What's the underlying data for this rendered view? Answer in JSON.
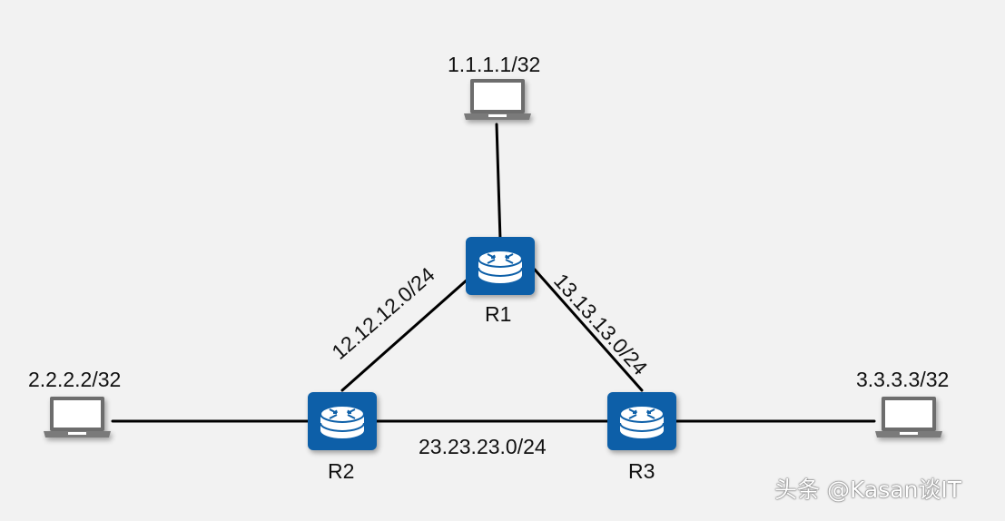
{
  "routers": [
    {
      "id": "r1",
      "label": "R1"
    },
    {
      "id": "r2",
      "label": "R2"
    },
    {
      "id": "r3",
      "label": "R3"
    }
  ],
  "hosts": [
    {
      "id": "h1",
      "label": "1.1.1.1/32"
    },
    {
      "id": "h2",
      "label": "2.2.2.2/32"
    },
    {
      "id": "h3",
      "label": "3.3.3.3/32"
    }
  ],
  "links": [
    {
      "id": "r1-r2",
      "label": "12.12.12.0/24"
    },
    {
      "id": "r1-r3",
      "label": "13.13.13.0/24"
    },
    {
      "id": "r2-r3",
      "label": "23.23.23.0/24"
    }
  ],
  "watermark": "头条 @Kasan谈IT",
  "colors": {
    "router": "#0a5fa8",
    "line": "#000000",
    "background": "#f2f2f2"
  }
}
